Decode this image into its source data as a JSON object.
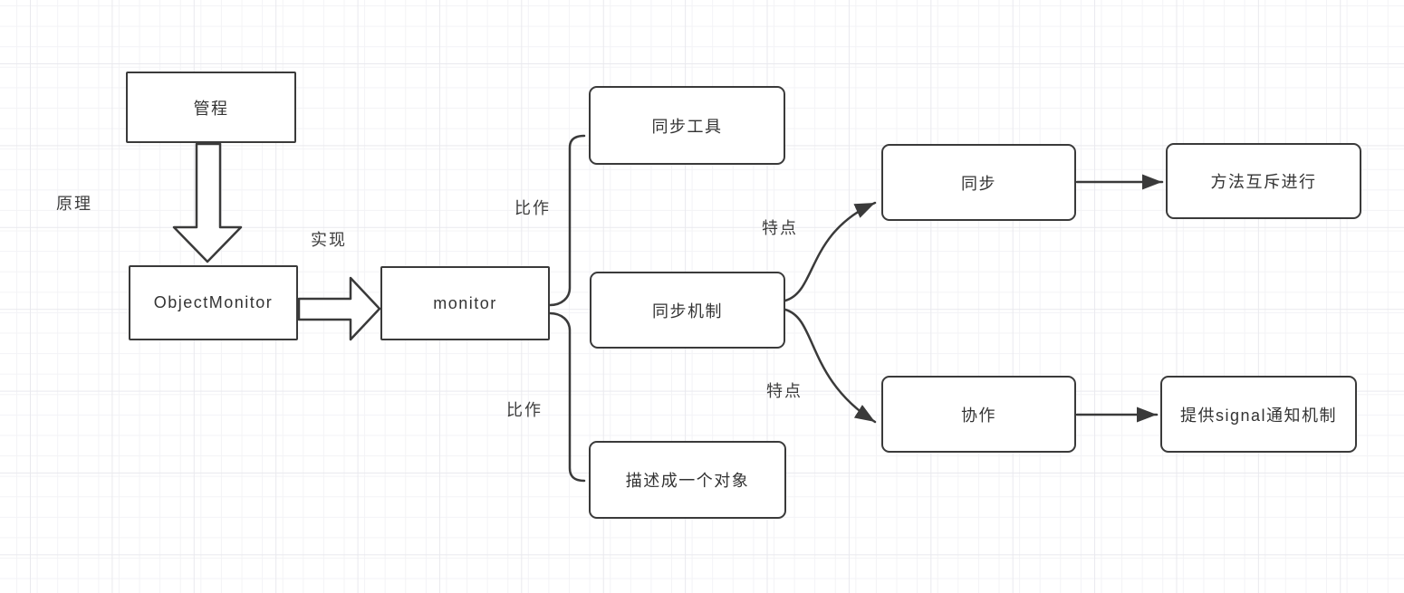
{
  "diagram": {
    "nodes": {
      "guancheng": {
        "label": "管程"
      },
      "object_monitor": {
        "label": "ObjectMonitor"
      },
      "monitor": {
        "label": "monitor"
      },
      "sync_tool": {
        "label": "同步工具"
      },
      "sync_mechanism": {
        "label": "同步机制"
      },
      "describe_object": {
        "label": "描述成一个对象"
      },
      "sync": {
        "label": "同步"
      },
      "cooperation": {
        "label": "协作"
      },
      "method_mutex": {
        "label": "方法互斥进行"
      },
      "signal_notify": {
        "label": "提供signal通知机制"
      }
    },
    "edge_labels": {
      "principle": "原理",
      "implement": "实现",
      "compare_top": "比作",
      "compare_bottom": "比作",
      "feature_top": "特点",
      "feature_bottom": "特点"
    },
    "colors": {
      "stroke": "#3a3a3a",
      "node_fill": "#ffffff",
      "text": "#333333",
      "background": "#ffffff",
      "grid_minor": "#f3f3f6",
      "grid_major": "#e9e9ee"
    }
  }
}
